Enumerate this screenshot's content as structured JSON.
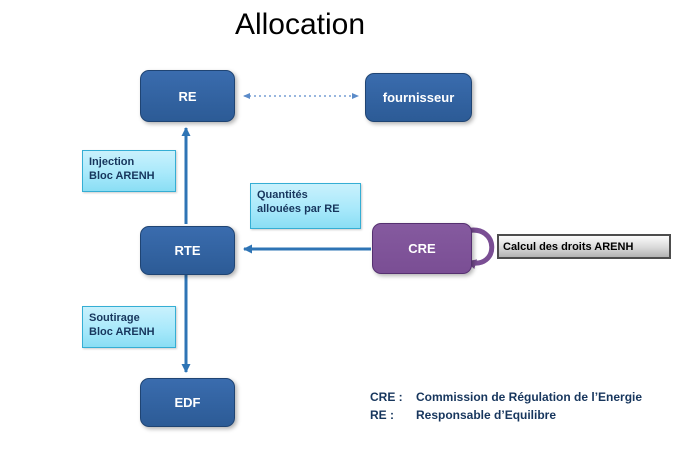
{
  "title": "Allocation",
  "nodes": {
    "re": {
      "label": "RE"
    },
    "fournisseur": {
      "label": "fournisseur"
    },
    "rte": {
      "label": "RTE"
    },
    "cre": {
      "label": "CRE"
    },
    "edf": {
      "label": "EDF"
    }
  },
  "notes": {
    "injection": {
      "line1": "Injection",
      "line2": "Bloc ARENH"
    },
    "quantites": {
      "line1": "Quantités",
      "line2": "allouées par RE"
    },
    "soutirage": {
      "line1": "Soutirage",
      "line2": "Bloc ARENH"
    },
    "calcul": "Calcul des droits ARENH"
  },
  "legend": [
    {
      "abbr": "CRE :",
      "text": "Commission de Régulation de l’Energie"
    },
    {
      "abbr": "RE :",
      "text": "Responsable d’Equilibre"
    }
  ],
  "arrows": {
    "re_fournisseur": "dotted double arrow between RE and fournisseur",
    "rte_to_re": "injection arrow up",
    "rte_to_edf": "soutirage arrow down",
    "cre_to_rte": "allocation arrow left",
    "cre_self_loop": "CRE self loop"
  },
  "colors": {
    "node_blue": "#2c5b96",
    "node_purple": "#7a4e94",
    "label_blue": "#a9e9fb",
    "arrow_blue": "#2e74b5",
    "legend_text": "#17365d"
  }
}
